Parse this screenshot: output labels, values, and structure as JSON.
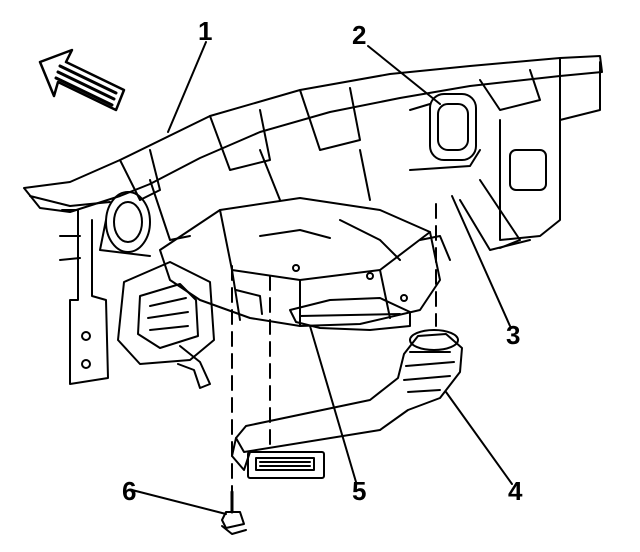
{
  "figure": {
    "callouts": [
      {
        "id": "1",
        "label": "1"
      },
      {
        "id": "2",
        "label": "2"
      },
      {
        "id": "3",
        "label": "3"
      },
      {
        "id": "4",
        "label": "4"
      },
      {
        "id": "5",
        "label": "5"
      },
      {
        "id": "6",
        "label": "6"
      }
    ],
    "icons": {
      "direction": "forward-arrow-icon"
    },
    "colors": {
      "ink": "#000000",
      "paper": "#ffffff"
    }
  }
}
